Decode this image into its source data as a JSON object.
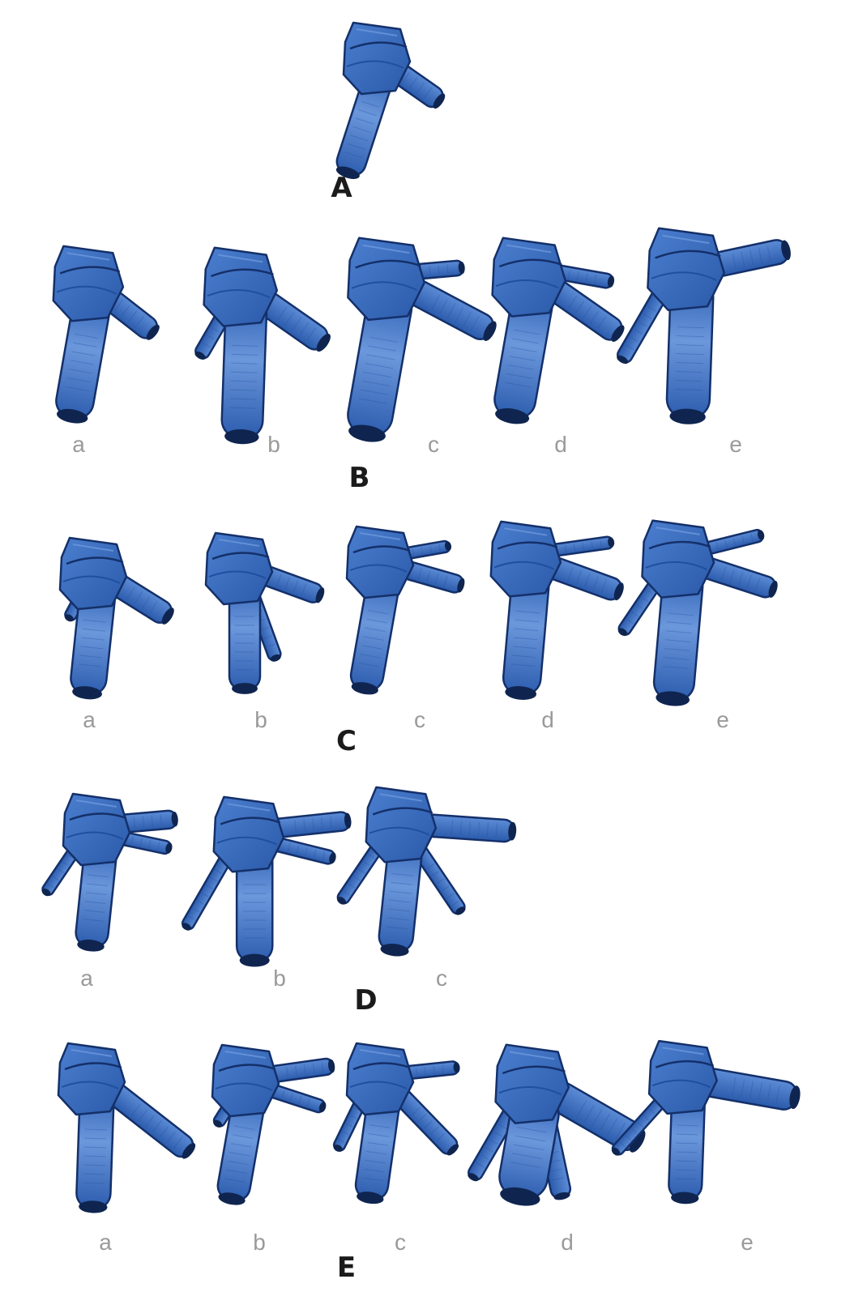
{
  "colors": {
    "body": "#3d73c9",
    "body_light": "#6b97db",
    "body_dark": "#1f4f9e",
    "outline": "#14306a",
    "row_label": "#1b1b1b",
    "sub_label": "#9a9a9a"
  },
  "rows": [
    {
      "id": "A",
      "label": "A",
      "items": []
    },
    {
      "id": "B",
      "label": "B",
      "items": [
        "a",
        "b",
        "c",
        "d",
        "e"
      ]
    },
    {
      "id": "C",
      "label": "C",
      "items": [
        "a",
        "b",
        "c",
        "d",
        "e"
      ]
    },
    {
      "id": "D",
      "label": "D",
      "items": [
        "a",
        "b",
        "c"
      ]
    },
    {
      "id": "E",
      "label": "E",
      "items": [
        "a",
        "b",
        "c",
        "d",
        "e"
      ]
    }
  ]
}
